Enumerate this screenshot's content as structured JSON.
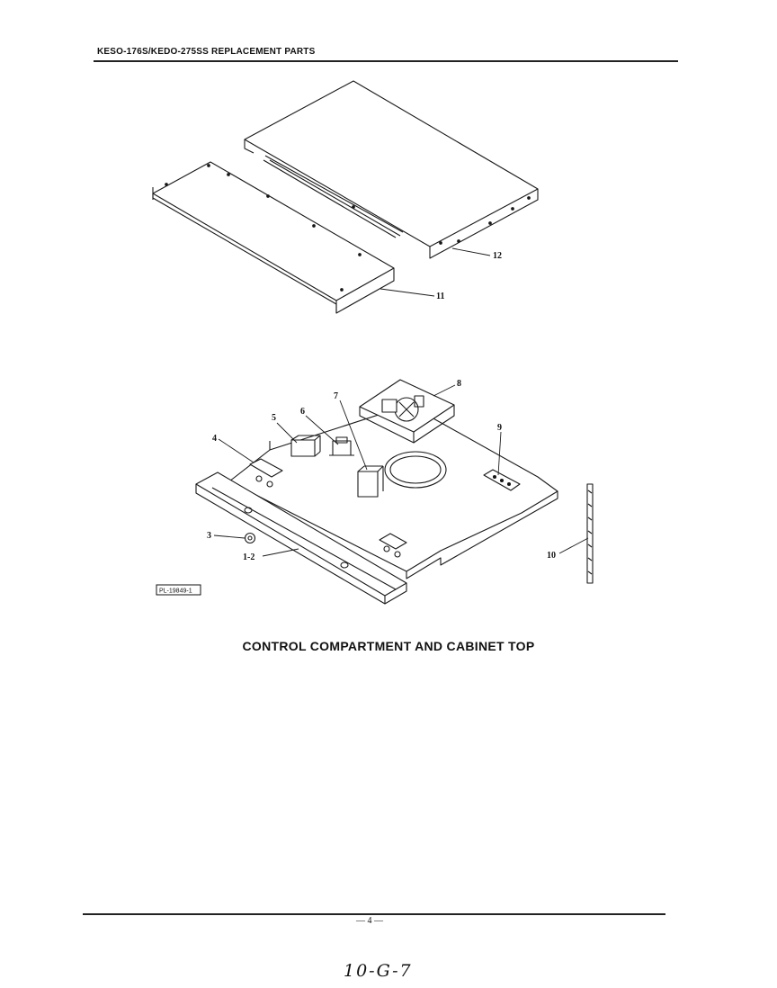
{
  "header": {
    "title": "KESO-176S/KEDO-275SS REPLACEMENT PARTS"
  },
  "diagram": {
    "plate_tag": "PL-19849-1",
    "callouts": {
      "c1_2": "1-2",
      "c3": "3",
      "c4": "4",
      "c5": "5",
      "c6": "6",
      "c7": "7",
      "c8": "8",
      "c9": "9",
      "c10": "10",
      "c11": "11",
      "c12": "12"
    }
  },
  "caption": "CONTROL COMPARTMENT AND CABINET TOP",
  "footer": {
    "page_number": "— 4 —",
    "handwritten_note": "10-G-7"
  }
}
